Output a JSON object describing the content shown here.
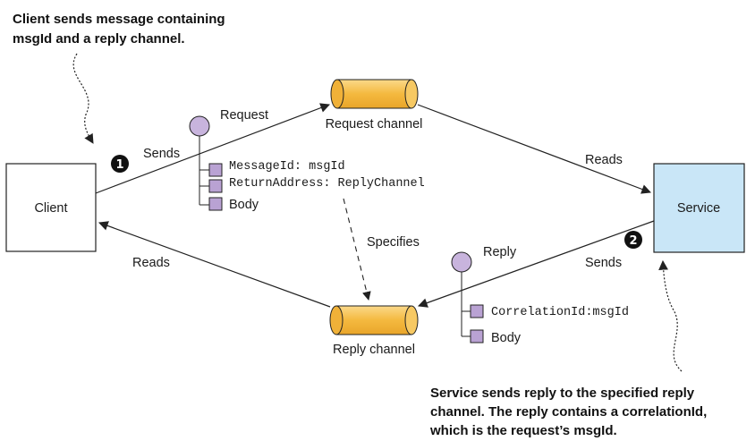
{
  "notes": {
    "top_line1": "Client sends message containing",
    "top_line2": "msgId and a reply channel.",
    "bottom_line1": "Service sends reply to the specified reply",
    "bottom_line2": "channel. The reply contains a correlationId,",
    "bottom_line3": "which is the request’s msgId."
  },
  "nodes": {
    "client": "Client",
    "service": "Service",
    "request_channel": "Request channel",
    "reply_channel": "Reply channel"
  },
  "request_message": {
    "label": "Request",
    "field_message_id": "MessageId: msgId",
    "field_return_address": "ReturnAddress: ReplyChannel",
    "field_body": "Body"
  },
  "reply_message": {
    "label": "Reply",
    "field_correlation_id": "CorrelationId:msgId",
    "field_body": "Body"
  },
  "edges": {
    "client_sends": "Sends",
    "service_reads": "Reads",
    "service_sends": "Sends",
    "client_reads": "Reads",
    "specifies": "Specifies"
  },
  "badges": {
    "step1": "1",
    "step2": "2"
  },
  "colors": {
    "service_fill": "#c9e6f7",
    "channel_fill": "#f6c35a",
    "message_circle": "#c8b4dd",
    "field_box": "#b9a2d3"
  }
}
